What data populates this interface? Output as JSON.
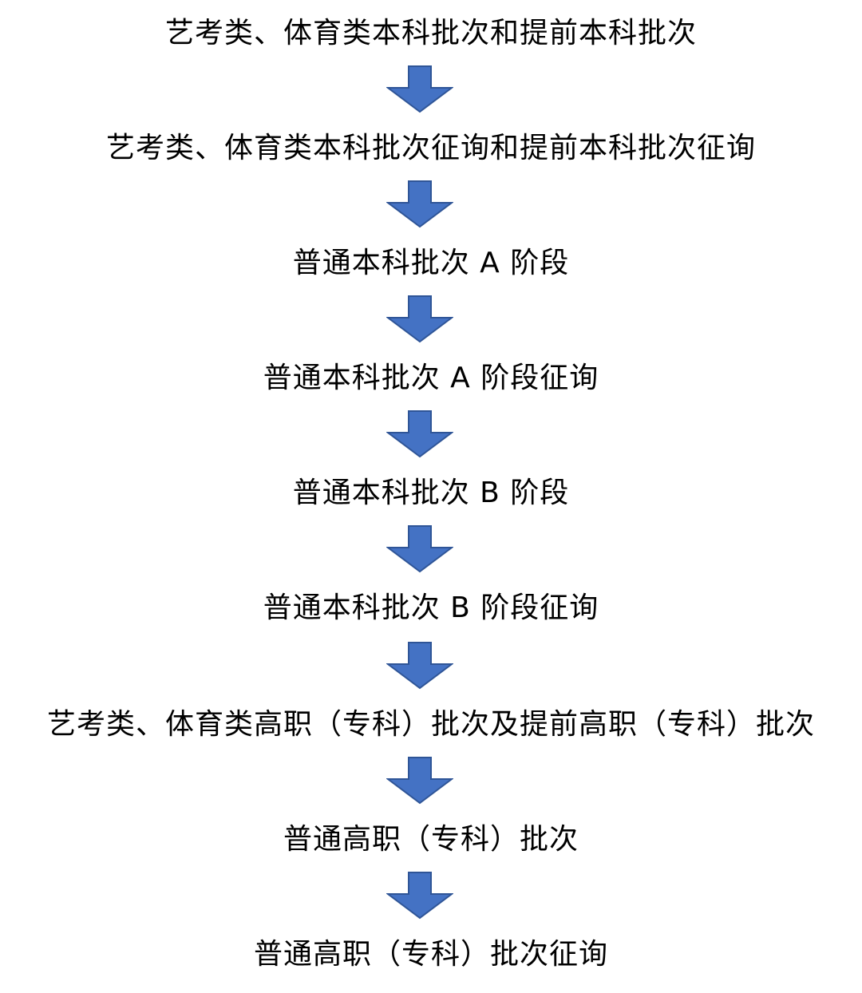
{
  "colors": {
    "arrow_fill": "#4472C4",
    "arrow_stroke": "#2F5597",
    "text": "#000000",
    "background": "#FFFFFF"
  },
  "flow": {
    "steps": [
      "艺考类、体育类本科批次和提前本科批次",
      "艺考类、体育类本科批次征询和提前本科批次征询",
      "普通本科批次 A 阶段",
      "普通本科批次 A 阶段征询",
      "普通本科批次 B 阶段",
      "普通本科批次 B 阶段征询",
      "艺考类、体育类高职（专科）批次及提前高职（专科）批次",
      "普通高职（专科）批次",
      "普通高职（专科）批次征询"
    ],
    "arrow_icon": "down-arrow-icon"
  }
}
